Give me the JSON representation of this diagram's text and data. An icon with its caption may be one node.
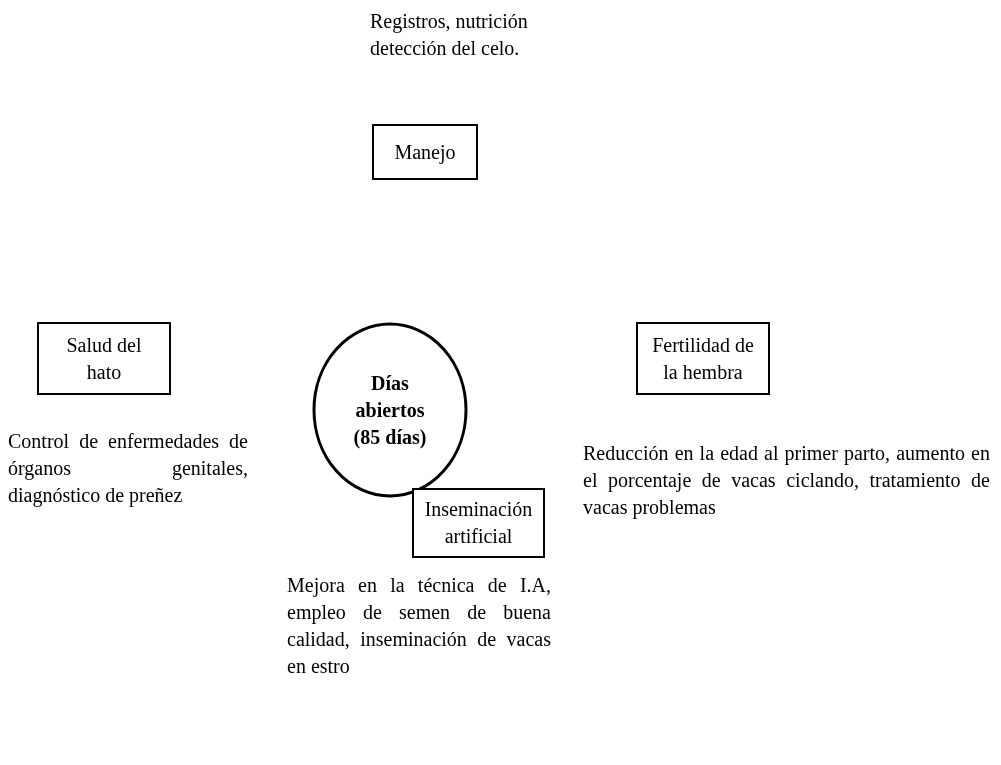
{
  "diagram": {
    "nodes": [
      {
        "text": [
          "Manejo"
        ],
        "beside": [
          "Registros, nutrición detección del celo."
        ]
      },
      {
        "text": [
          "Salud del hato"
        ],
        "beside": [
          "Control de enfermedades de órganos genitales, diagnóstico de preñez"
        ]
      },
      {
        "text": [
          "Días abiertos (85 días)"
        ]
      },
      {
        "text": [
          "Fertilidad de la hembra"
        ],
        "beside": [
          "Reducción en la edad al primer parto, aumento en el porcentaje de vacas ciclando, tratamiento de vacas problemas"
        ]
      },
      {
        "text": [
          "Inseminación artificial"
        ],
        "beside": [
          "Mejora en la técnica de I.A, empleo de semen de buena calidad, inseminación de vacas en estro"
        ]
      }
    ],
    "edges": []
  }
}
